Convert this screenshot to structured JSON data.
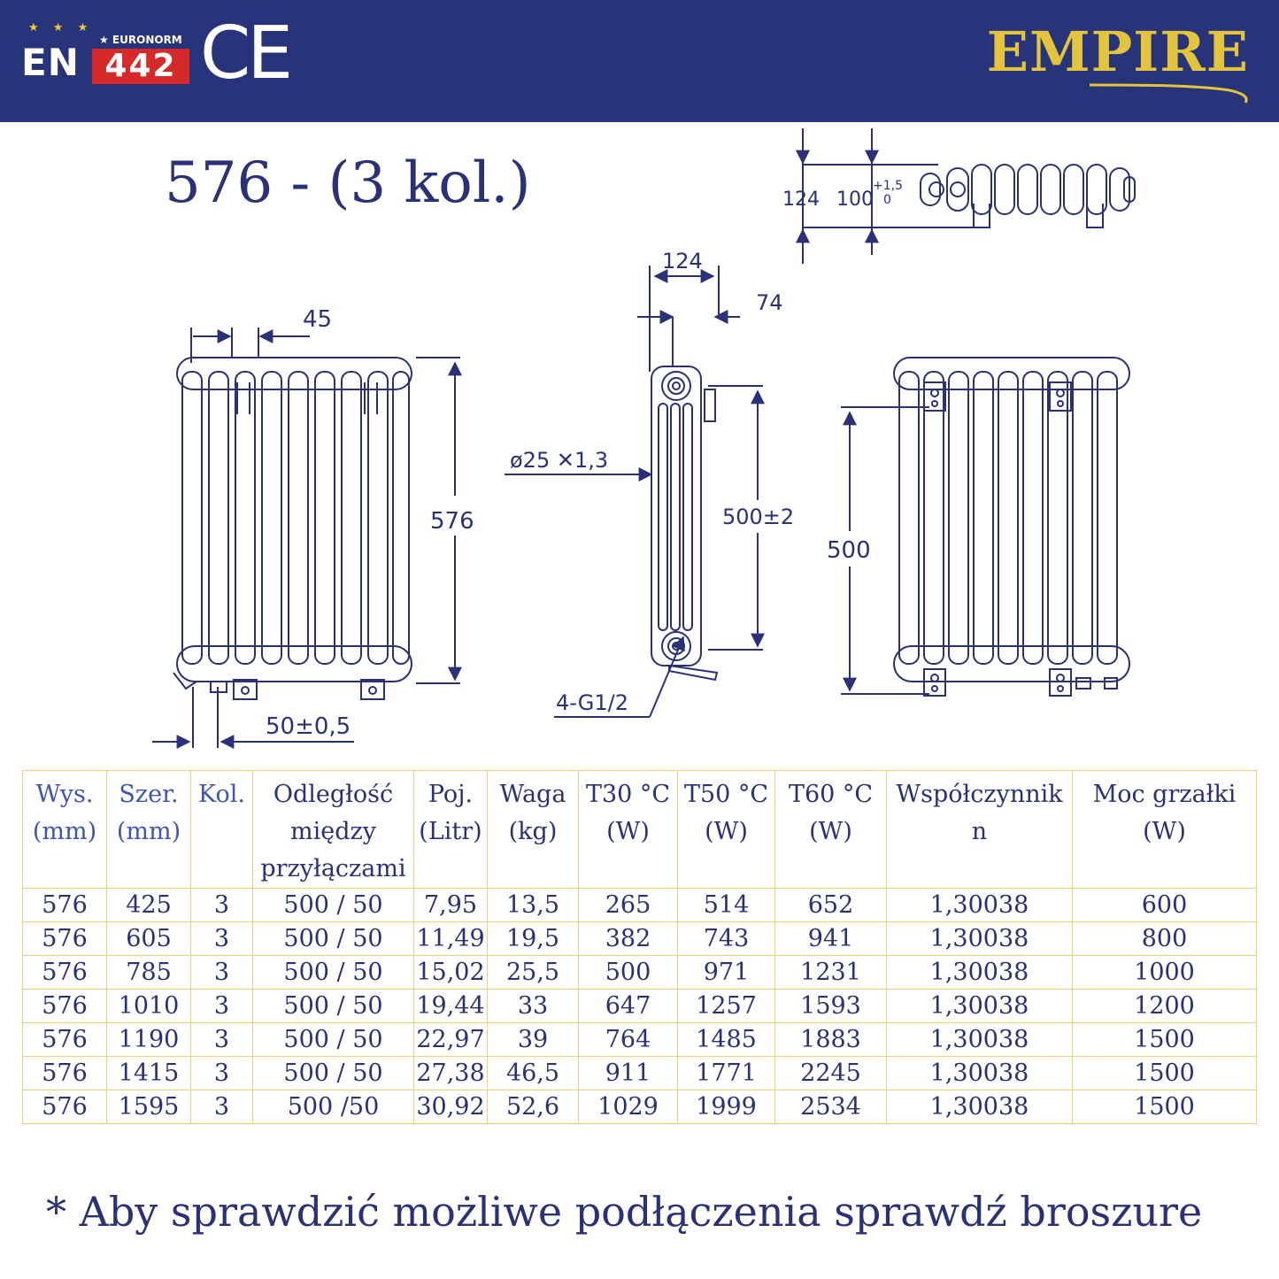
{
  "header": {
    "badge": {
      "stars": "★ ★ ★",
      "en": "EN",
      "euronorm": "★ EURONORM",
      "number": "442"
    },
    "ce": "CE",
    "brand": "EMPIRE"
  },
  "title": "576 - (3 kol.)",
  "dimensions": {
    "top_view_depth": "124",
    "top_view_offset": "100",
    "top_view_tol_plus": "+1,5",
    "top_view_tol_zero": "0",
    "side_width": "124",
    "side_offset": "74",
    "front_pitch": "45",
    "front_height": "576",
    "front_bottom": "50±0,5",
    "pipe": "ø25 ✕1,3",
    "connection_spacing": "500±2",
    "thread": "4-G1/2",
    "back_spacing": "500"
  },
  "table": {
    "headers": [
      [
        "Wys.",
        "(mm)"
      ],
      [
        "Szer.",
        "(mm)"
      ],
      [
        "Kol."
      ],
      [
        "Odległość",
        "między",
        "przyłączami"
      ],
      [
        "Poj.",
        "(Litr)"
      ],
      [
        "Waga",
        "(kg)"
      ],
      [
        "T30 °C",
        "(W)"
      ],
      [
        "T50 °C",
        "(W)"
      ],
      [
        "T60 °C",
        "(W)"
      ],
      [
        "Współczynnik",
        "n"
      ],
      [
        "Moc grzałki",
        "(W)"
      ]
    ],
    "rows": [
      [
        "576",
        "425",
        "3",
        "500 / 50",
        "7,95",
        "13,5",
        "265",
        "514",
        "652",
        "1,30038",
        "600"
      ],
      [
        "576",
        "605",
        "3",
        "500 / 50",
        "11,49",
        "19,5",
        "382",
        "743",
        "941",
        "1,30038",
        "800"
      ],
      [
        "576",
        "785",
        "3",
        "500 / 50",
        "15,02",
        "25,5",
        "500",
        "971",
        "1231",
        "1,30038",
        "1000"
      ],
      [
        "576",
        "1010",
        "3",
        "500 / 50",
        "19,44",
        "33",
        "647",
        "1257",
        "1593",
        "1,30038",
        "1200"
      ],
      [
        "576",
        "1190",
        "3",
        "500 / 50",
        "22,97",
        "39",
        "764",
        "1485",
        "1883",
        "1,30038",
        "1500"
      ],
      [
        "576",
        "1415",
        "3",
        "500 / 50",
        "27,38",
        "46,5",
        "911",
        "1771",
        "2245",
        "1,30038",
        "1500"
      ],
      [
        "576",
        "1595",
        "3",
        "500 /50",
        "30,92",
        "52,6",
        "1029",
        "1999",
        "2534",
        "1,30038",
        "1500"
      ]
    ]
  },
  "footnote": "* Aby sprawdzić możliwe podłączenia sprawdź broszure",
  "colors": {
    "header_bg": "#273479",
    "brand_gold": "#e4c43c",
    "ink": "#2a3176",
    "table_border": "#e8d17a",
    "badge_red": "#d62a2a"
  }
}
